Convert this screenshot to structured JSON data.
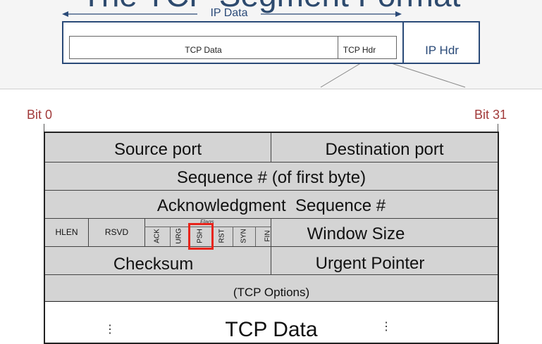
{
  "slide": {
    "title": "The TCP Segment Format"
  },
  "packet": {
    "ip_data_label": "IP Data",
    "tcp_data_label": "TCP Data",
    "tcp_hdr_label": "TCP Hdr",
    "ip_hdr_label": "IP Hdr"
  },
  "bits": {
    "start": "Bit 0",
    "end": "Bit 31"
  },
  "header": {
    "source_port": "Source port",
    "destination_port": "Destination port",
    "sequence": "Sequence # (of first byte)",
    "acknowledgment": "Acknowledgment  Sequence #",
    "hlen": "HLEN",
    "rsvd": "RSVD",
    "flags_label": "Flags",
    "flags": [
      "ACK",
      "URG",
      "PSH",
      "RST",
      "SYN",
      "FIN"
    ],
    "window_size": "Window Size",
    "checksum": "Checksum",
    "urgent_pointer": "Urgent Pointer",
    "options": "(TCP Options)",
    "data": "TCP Data"
  },
  "highlight": {
    "flag": "PSH",
    "color": "#e8251c"
  },
  "colors": {
    "accent": "#2a4a78",
    "bit_label": "#a13a3a",
    "header_fill": "#d4d4d4"
  }
}
